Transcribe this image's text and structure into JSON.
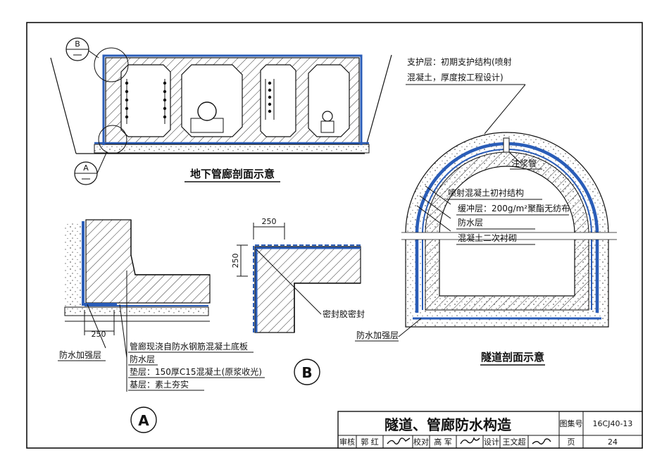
{
  "frame_colors": {
    "line": "#111111",
    "membrane": "#2a5db8",
    "hatch": "#333333",
    "concrete_dot": "#666666"
  },
  "corridor": {
    "title": "地下管廊剖面示意",
    "marker_b": "B",
    "marker_a": "A"
  },
  "tunnel": {
    "title": "隧道剖面示意",
    "support_label_1": "支护层：初期支护结构(喷射",
    "support_label_2": "混凝土，厚度按工程设计)",
    "grout_pipe": "注浆管",
    "layer_1": "喷射混凝土初衬结构",
    "layer_2": "缓冲层：200g/m²聚酯无纺布",
    "layer_3": "防水层",
    "layer_4": "混凝土二次衬砌",
    "reinforce": "防水加强层"
  },
  "detail_a": {
    "marker": "A",
    "dim": "250",
    "reinforce": "防水加强层",
    "label_1": "管廊现浇自防水钢筋混凝土底板",
    "label_2": "防水层",
    "label_3": "垫层：150厚C15混凝土(原浆收光)",
    "label_4": "基层：素土夯实"
  },
  "detail_b": {
    "marker": "B",
    "dim_h": "250",
    "dim_v": "250",
    "sealant": "密封胶密封"
  },
  "title_block": {
    "title": "隧道、管廊防水构造",
    "atlas_label": "图集号",
    "atlas_no": "16CJ40-13",
    "page_label": "页",
    "page_no": "24",
    "review_label": "审核",
    "reviewer": "郭 红",
    "check_label": "校对",
    "checker": "高 军",
    "design_label": "设计",
    "designer": "王文超"
  }
}
